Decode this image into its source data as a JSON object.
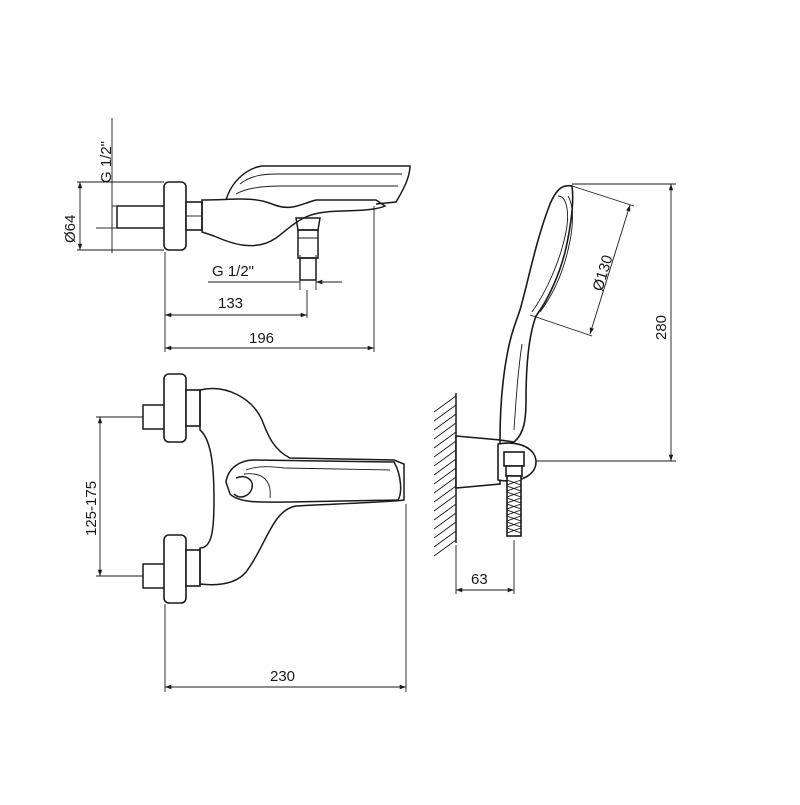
{
  "top_view": {
    "inlet_thread": "G 1/2\"",
    "diameter": "Ø64",
    "outlet_thread": "G 1/2\"",
    "depth_outlet": "133",
    "depth_total": "196"
  },
  "front_view": {
    "centers": "125-175",
    "width": "230"
  },
  "shower_view": {
    "head_diameter": "Ø130",
    "height": "280",
    "wall_offset": "63"
  }
}
